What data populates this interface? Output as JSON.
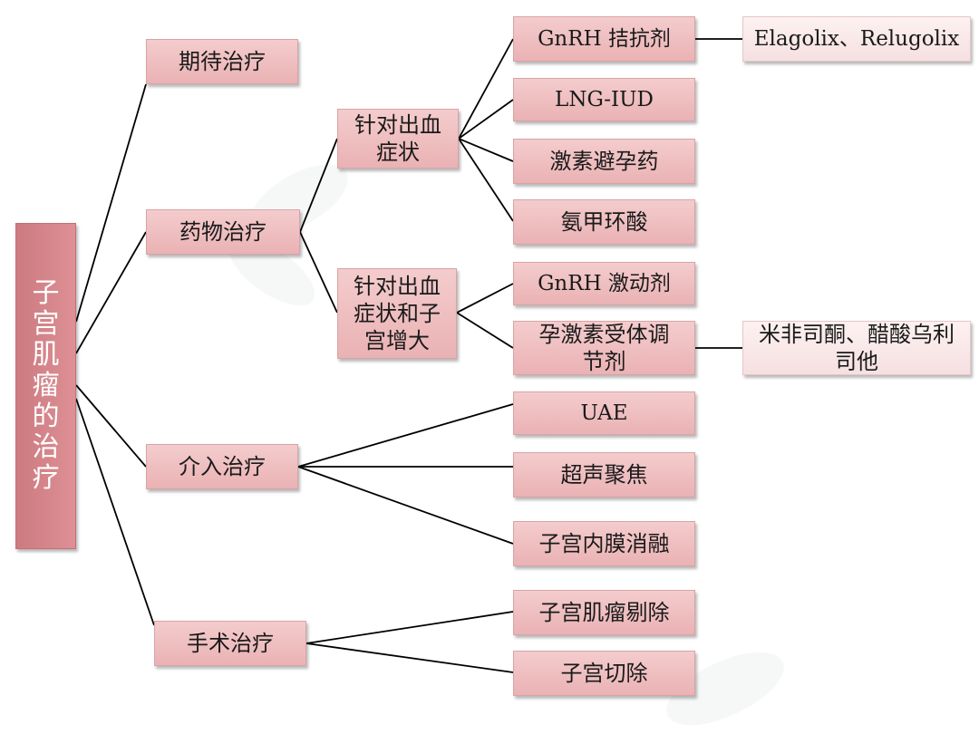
{
  "root": {
    "label": "子宫肌瘤的治疗"
  },
  "level1": [
    {
      "id": "expectant",
      "label": "期待治疗"
    },
    {
      "id": "medical",
      "label": "药物治疗"
    },
    {
      "id": "interventional",
      "label": "介入治疗"
    },
    {
      "id": "surgical",
      "label": "手术治疗"
    }
  ],
  "level2": [
    {
      "id": "bleeding",
      "label": "针对出血症状"
    },
    {
      "id": "bleeding_enlarged",
      "label": "针对出血症状和子宫增大"
    }
  ],
  "level3": [
    {
      "id": "gnrh_antagonist",
      "label": "GnRH 拮抗剂"
    },
    {
      "id": "lng_iud",
      "label": "LNG-IUD"
    },
    {
      "id": "contraceptive",
      "label": "激素避孕药"
    },
    {
      "id": "tranexamic",
      "label": "氨甲环酸"
    },
    {
      "id": "gnrh_agonist",
      "label": "GnRH 激动剂"
    },
    {
      "id": "sprm",
      "label": "孕激素受体调节剂"
    },
    {
      "id": "uae",
      "label": "UAE"
    },
    {
      "id": "hifu",
      "label": "超声聚焦"
    },
    {
      "id": "ablation",
      "label": "子宫内膜消融"
    },
    {
      "id": "myomectomy",
      "label": "子宫肌瘤剔除"
    },
    {
      "id": "hysterectomy",
      "label": "子宫切除"
    }
  ],
  "level4": [
    {
      "id": "elagolix",
      "label": "Elagolix、Relugolix"
    },
    {
      "id": "mifepristone",
      "label": "米非司酮、醋酸乌利司他"
    }
  ],
  "colors": {
    "box": "#eab2b4",
    "root": "#d4858a",
    "pale": "#f8e4e5",
    "line": "#000000"
  }
}
